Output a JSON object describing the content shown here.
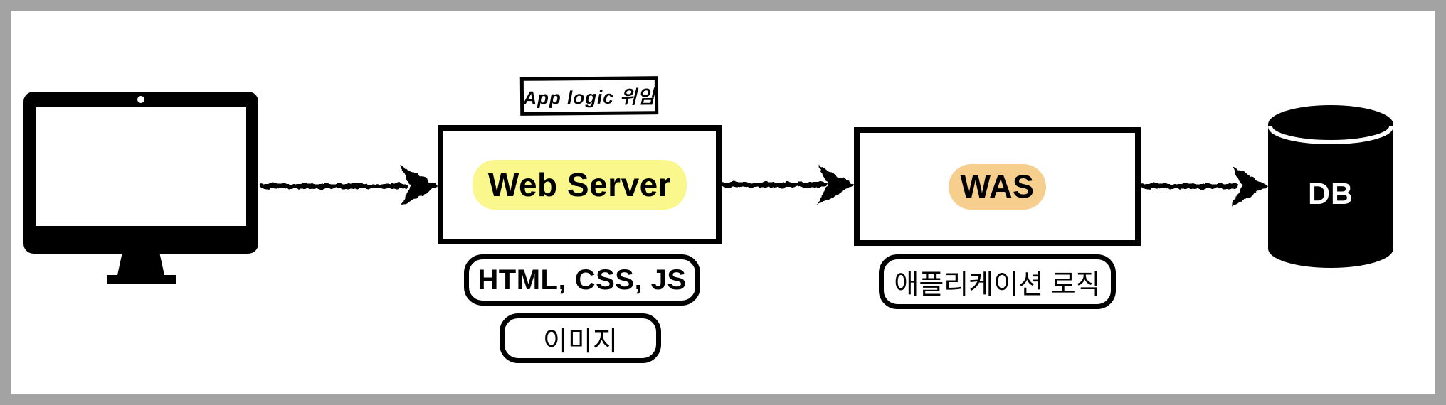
{
  "diagram": {
    "client": {
      "name": "client monitor"
    },
    "note": {
      "label": "App logic 위임"
    },
    "web_server": {
      "label": "Web Server",
      "responses": [
        "HTML, CSS, JS",
        "이미지"
      ]
    },
    "was": {
      "label": "WAS",
      "responses": [
        "애플리케이션 로직"
      ]
    },
    "db": {
      "label": "DB"
    },
    "colors": {
      "frame_gray": "#a3a3a3",
      "web_server_highlight": "#faf88c",
      "was_highlight": "#f6cf8f",
      "ink": "#000000",
      "db_text": "#ffffff"
    }
  }
}
